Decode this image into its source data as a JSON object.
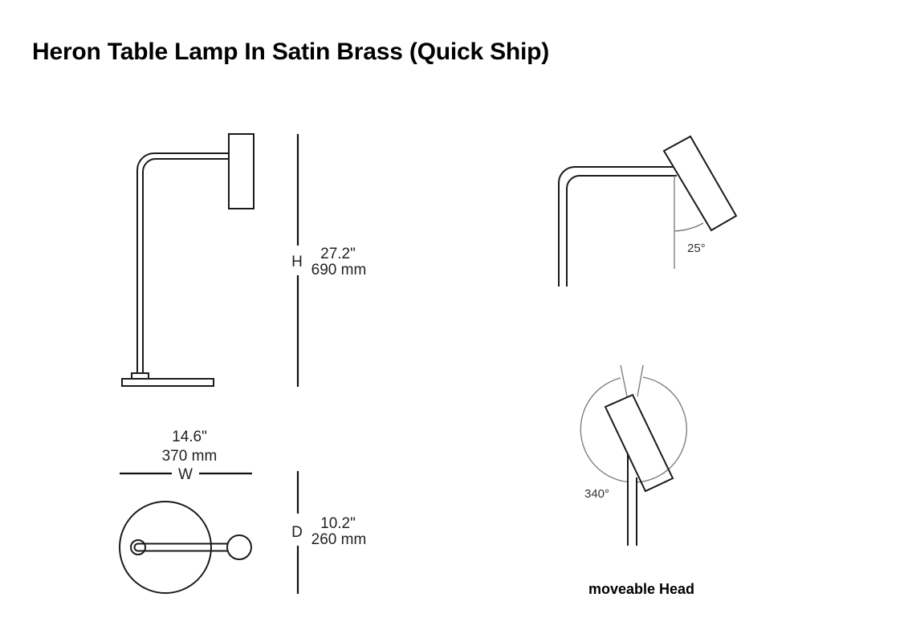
{
  "title": "Heron Table Lamp In Satin Brass (Quick Ship)",
  "height_dim": {
    "letter": "H",
    "inches": "27.2\"",
    "mm": "690 mm"
  },
  "width_dim": {
    "letter": "W",
    "inches": "14.6\"",
    "mm": "370 mm"
  },
  "depth_dim": {
    "letter": "D",
    "inches": "10.2\"",
    "mm": "260 mm"
  },
  "tilt_angle": "25°",
  "rotation_angle": "340°",
  "caption": "moveable Head"
}
